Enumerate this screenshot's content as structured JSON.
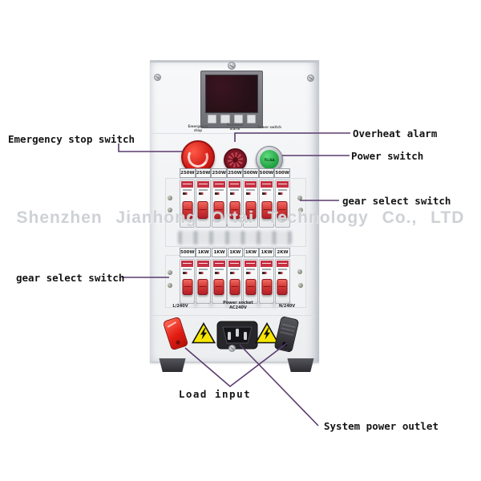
{
  "watermark": {
    "text": "Shenzhen Jianhong Ortai Technology Co., LTD"
  },
  "callouts": {
    "emergency_stop": {
      "label": "Emergency stop switch"
    },
    "overheat_alarm": {
      "label": "Overheat alarm"
    },
    "power_switch": {
      "label": "Power switch"
    },
    "gear_select_right": {
      "label": "gear select switch"
    },
    "gear_select_left": {
      "label": "gear select switch"
    },
    "load_input": {
      "label": "Load input"
    },
    "system_power_outlet": {
      "label": "System power outlet"
    }
  },
  "device": {
    "buttons": {
      "estop_label": "Emergency\nstop",
      "alarm_label": "Overheat\nalarm",
      "power_label": "Power switch",
      "power_marking": "YL/AA"
    },
    "breaker_rows": {
      "row1": [
        "250W",
        "250W",
        "250W",
        "250W",
        "500W",
        "500W",
        "500W"
      ],
      "row2": [
        "500W",
        "1KW",
        "1KW",
        "1KW",
        "1KW",
        "1KW",
        "2KW"
      ]
    },
    "bottom": {
      "left_label": "L/240V",
      "socket_label": "Power socket\nAC240V",
      "right_label": "N/240V"
    }
  },
  "colors": {
    "callout_line": "#5a3b6e",
    "estop_red": "#d42019",
    "alarm_red": "#7c1624",
    "power_green": "#23a243",
    "breaker_toggle_red": "#d63a36",
    "warning_yellow": "#f6e500"
  }
}
